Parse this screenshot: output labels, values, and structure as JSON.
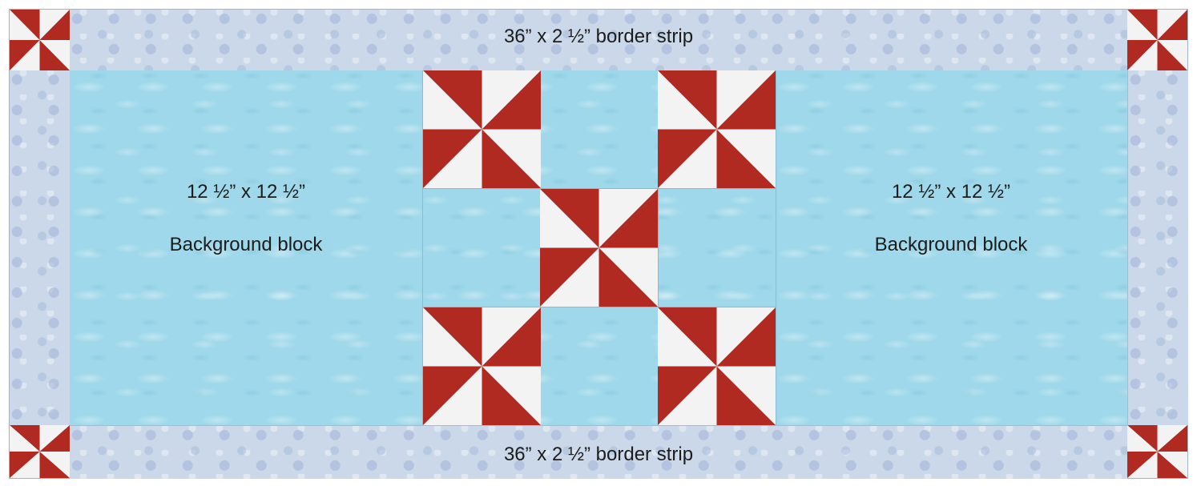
{
  "diagram": {
    "top_strip_label": "36” x 2 ½” border strip",
    "bottom_strip_label": "36” x 2 ½” border strip",
    "left_block": {
      "dimension": "12 ½” x 12 ½”",
      "name": "Background block"
    },
    "right_block": {
      "dimension": "12 ½” x 12 ½”",
      "name": "Background block"
    }
  },
  "colors": {
    "pinwheel_red": "#b02a22",
    "pinwheel_white": "#f3f3f3",
    "background_blue": "#9fd8ea",
    "border_fabric": "#cbd8ea"
  }
}
